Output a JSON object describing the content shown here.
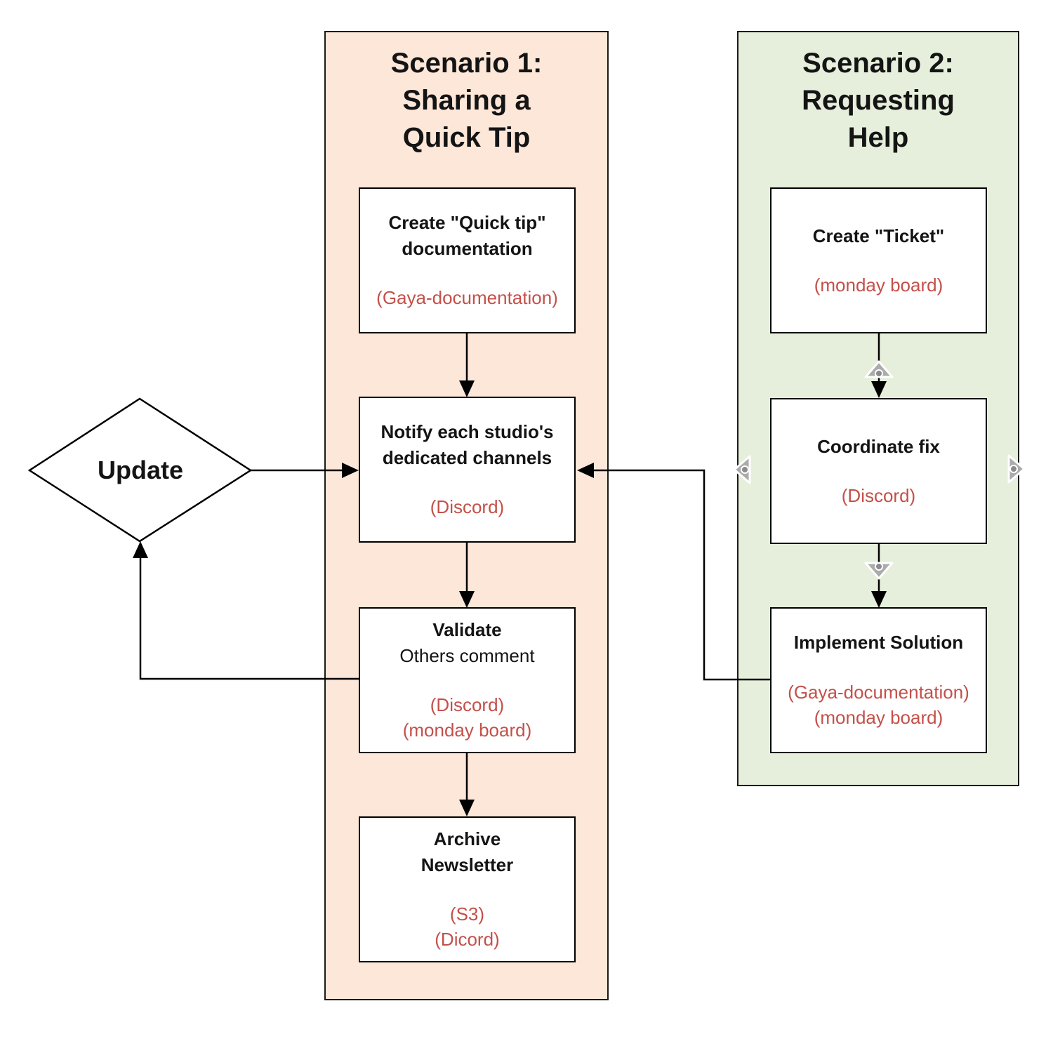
{
  "colors": {
    "scenario1_bg": "#fce7d9",
    "scenario2_bg": "#e6efdc",
    "annotation_red": "#c4504a",
    "connector_black": "#000000",
    "handle_grey": "#ababab"
  },
  "scenario1": {
    "title": "Scenario 1:\nSharing a\nQuick Tip",
    "steps": [
      {
        "label": "Create \"Quick tip\"\ndocumentation",
        "tools": "(Gaya-documentation)"
      },
      {
        "label": "Notify each studio's\ndedicated channels",
        "tools": "(Discord)"
      },
      {
        "label": "Validate",
        "sublabel": "Others comment",
        "tools": "(Discord)\n(monday board)"
      },
      {
        "label": "Archive\nNewsletter",
        "tools": "(S3)\n(Dicord)"
      }
    ]
  },
  "scenario2": {
    "title": "Scenario 2:\nRequesting\nHelp",
    "steps": [
      {
        "label": "Create \"Ticket\"",
        "tools": "(monday board)"
      },
      {
        "label": "Coordinate fix",
        "tools": "(Discord)"
      },
      {
        "label": "Implement Solution",
        "tools": "(Gaya-documentation)\n(monday board)"
      }
    ]
  },
  "decision": {
    "label": "Update"
  }
}
